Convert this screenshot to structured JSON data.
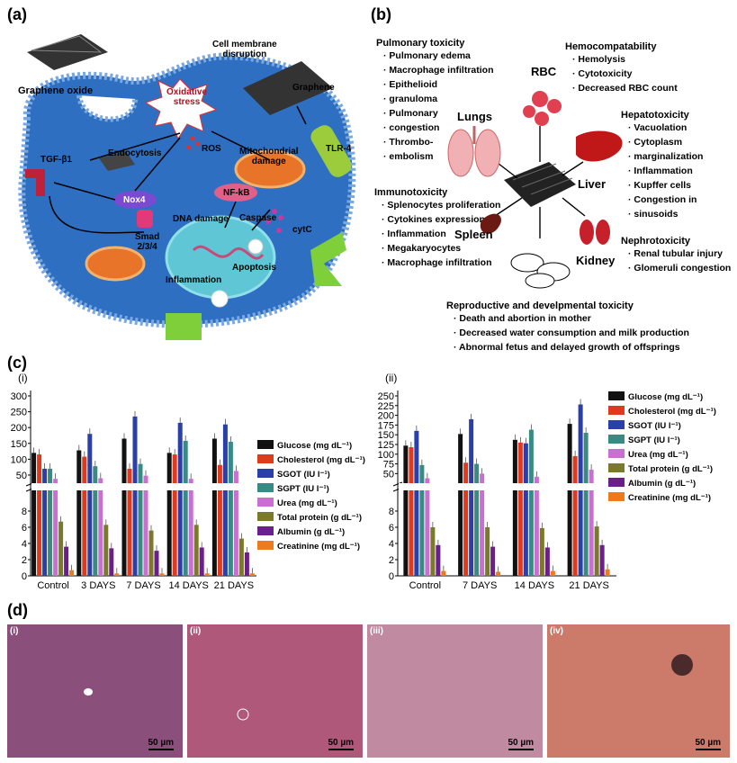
{
  "panels": {
    "a": "(a)",
    "b": "(b)",
    "c": "(c)",
    "d": "(d)"
  },
  "panel_a": {
    "labels": {
      "graphene_oxide": "Graphene oxide",
      "cell_membrane": "Cell membrane\ndisruption",
      "graphene": "Graphene",
      "oxidative_stress": "Oxidative\nstress",
      "ros": "ROS",
      "endocytosis": "Endocytosis",
      "mito": "Mitochondrial\ndamage",
      "tlr4": "TLR-4",
      "tgf": "TGF-β1",
      "nox4": "Nox4",
      "nfkb": "NF-kB",
      "cytc": "cytC",
      "caspase": "Caspase",
      "dna": "DNA damage",
      "smad": "Smad\n2/3/4",
      "apoptosis": "Apoptosis",
      "inflammation": "Inflammation"
    }
  },
  "panel_b": {
    "pulmonary": {
      "title": "Pulmonary toxicity",
      "items": [
        "Pulmonary edema",
        "Macrophage infiltration",
        "Epithelioid",
        "granuloma",
        "Pulmonary",
        "congestion",
        "Thrombo-",
        "embolism"
      ]
    },
    "hemo": {
      "title": "Hemocompatability",
      "items": [
        "Hemolysis",
        "Cytotoxicity",
        "Decreased RBC count"
      ]
    },
    "hepato": {
      "title": "Hepatotoxicity",
      "items": [
        "Vacuolation",
        "Cytoplasm",
        "marginalization",
        "Inflammation",
        "Kupffer cells",
        "Congestion in",
        "sinusoids"
      ]
    },
    "immuno": {
      "title": "Immunotoxicity",
      "items": [
        "Splenocytes proliferation",
        "Cytokines expression",
        "Inflammation",
        "Megakaryocytes",
        "Macrophage infiltration"
      ]
    },
    "nephro": {
      "title": "Nephrotoxicity",
      "items": [
        "Renal tubular injury",
        "Glomeruli congestion"
      ]
    },
    "repro": {
      "title": "Reproductive and develpmental toxicity",
      "items": [
        "Death and abortion in mother",
        "Decreased water consumption and milk production",
        "Abnormal fetus and delayed growth of offsprings"
      ]
    },
    "organs": {
      "rbc": "RBC",
      "lungs": "Lungs",
      "liver": "Liver",
      "spleen": "Spleen",
      "kidney": "Kidney"
    }
  },
  "chart_data": [
    {
      "type": "bar",
      "panel": "(i)",
      "categories": [
        "Control",
        "3 DAYS",
        "7 DAYS",
        "14 DAYS",
        "21 DAYS"
      ],
      "y_ticks_upper": [
        50,
        100,
        150,
        200,
        250,
        300
      ],
      "y_ticks_lower": [
        0,
        2,
        4,
        6,
        8
      ],
      "series": [
        {
          "name": "Glucose (mg dL⁻¹)",
          "color": "#111111",
          "values": [
            120,
            128,
            165,
            120,
            165
          ]
        },
        {
          "name": "Cholesterol (mg dL⁻¹)",
          "color": "#e03a1e",
          "values": [
            115,
            108,
            70,
            115,
            82
          ]
        },
        {
          "name": "SGOT (IU l⁻¹)",
          "color": "#2b3fa8",
          "values": [
            70,
            180,
            235,
            215,
            210
          ]
        },
        {
          "name": "SGPT (IU l⁻¹)",
          "color": "#3a8a84",
          "values": [
            70,
            78,
            85,
            158,
            155
          ]
        },
        {
          "name": "Urea (mg dL⁻¹)",
          "color": "#c86fd0",
          "values": [
            38,
            40,
            48,
            38,
            63
          ]
        },
        {
          "name": "Total protein (g dL⁻¹)",
          "color": "#7b7a2c",
          "values": [
            6.7,
            6.3,
            5.6,
            6.3,
            4.6
          ]
        },
        {
          "name": "Albumin (g dL⁻¹)",
          "color": "#6a1f8a",
          "values": [
            3.6,
            3.4,
            3.1,
            3.5,
            2.9
          ]
        },
        {
          "name": "Creatinine (mg dL⁻¹)",
          "color": "#f07a1a",
          "values": [
            0.7,
            0.3,
            0.3,
            0.3,
            0.3
          ]
        }
      ]
    },
    {
      "type": "bar",
      "panel": "(ii)",
      "categories": [
        "Control",
        "7 DAYS",
        "14 DAYS",
        "21 DAYS"
      ],
      "y_ticks_upper": [
        50,
        75,
        100,
        125,
        150,
        175,
        200,
        225,
        250
      ],
      "y_ticks_lower": [
        0,
        2,
        4,
        6,
        8
      ],
      "series": [
        {
          "name": "Glucose (mg dL⁻¹)",
          "color": "#111111",
          "values": [
            122,
            152,
            137,
            178
          ]
        },
        {
          "name": "Cholesterol (mg dL⁻¹)",
          "color": "#e03a1e",
          "values": [
            118,
            78,
            130,
            95
          ]
        },
        {
          "name": "SGOT (IU l⁻¹)",
          "color": "#2b3fa8",
          "values": [
            160,
            190,
            128,
            228
          ]
        },
        {
          "name": "SGPT (IU l⁻¹)",
          "color": "#3a8a84",
          "values": [
            72,
            75,
            163,
            155
          ]
        },
        {
          "name": "Urea (mg dL⁻¹)",
          "color": "#c86fd0",
          "values": [
            38,
            50,
            42,
            60
          ]
        },
        {
          "name": "Total protein (g dL⁻¹)",
          "color": "#7b7a2c",
          "values": [
            6.0,
            6.0,
            5.9,
            6.1
          ]
        },
        {
          "name": "Albumin (g dL⁻¹)",
          "color": "#6a1f8a",
          "values": [
            3.8,
            3.6,
            3.5,
            3.8
          ]
        },
        {
          "name": "Creatinine (mg dL⁻¹)",
          "color": "#f07a1a",
          "values": [
            0.6,
            0.5,
            0.6,
            0.8
          ]
        }
      ]
    }
  ],
  "panel_d": {
    "tiles": [
      {
        "tag": "(i)",
        "scale": "50 µm",
        "color": "#8a4f7a"
      },
      {
        "tag": "(ii)",
        "scale": "50 µm",
        "color": "#b0587a"
      },
      {
        "tag": "(iii)",
        "scale": "50 µm",
        "color": "#c08aa0"
      },
      {
        "tag": "(iv)",
        "scale": "50 µm",
        "color": "#cc7a6a"
      }
    ]
  }
}
